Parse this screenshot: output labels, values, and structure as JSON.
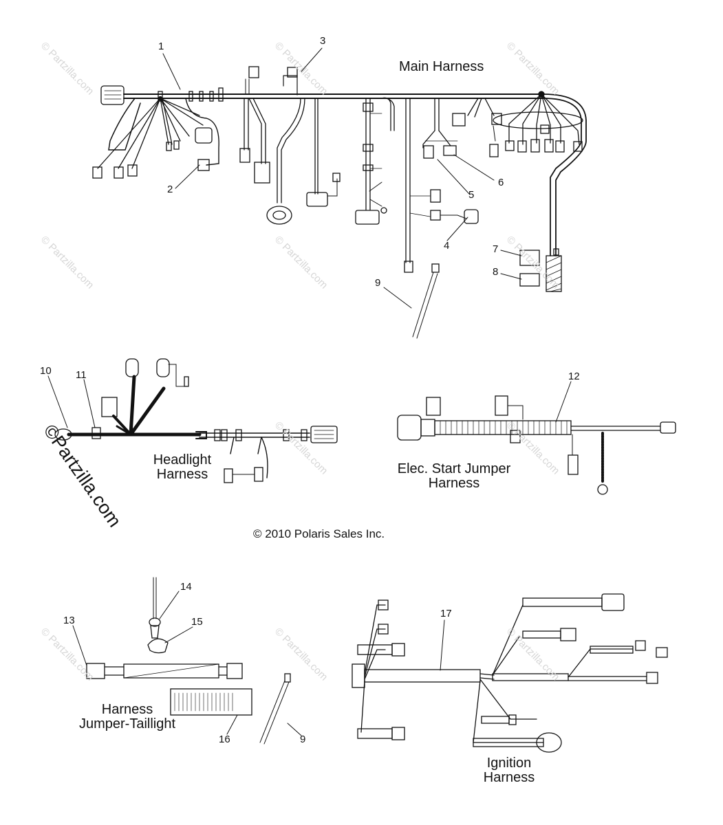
{
  "titles": {
    "main": "Main Harness",
    "headlight": [
      "Headlight",
      "Harness"
    ],
    "elec_start": [
      "Elec. Start Jumper",
      "Harness"
    ],
    "jumper_taillight": [
      "Harness",
      "Jumper-Taillight"
    ],
    "ignition": [
      "Ignition",
      "Harness"
    ]
  },
  "copyright": "© 2010 Polaris Sales Inc.",
  "watermark": "© Partzilla.com",
  "watermark_big": "©Partzilla.com",
  "callouts": [
    "1",
    "2",
    "3",
    "4",
    "5",
    "6",
    "7",
    "8",
    "9",
    "10",
    "11",
    "12",
    "13",
    "14",
    "15",
    "16",
    "17",
    "9"
  ],
  "colors": {
    "line": "#111111",
    "watermark": "#d6d6d6"
  }
}
